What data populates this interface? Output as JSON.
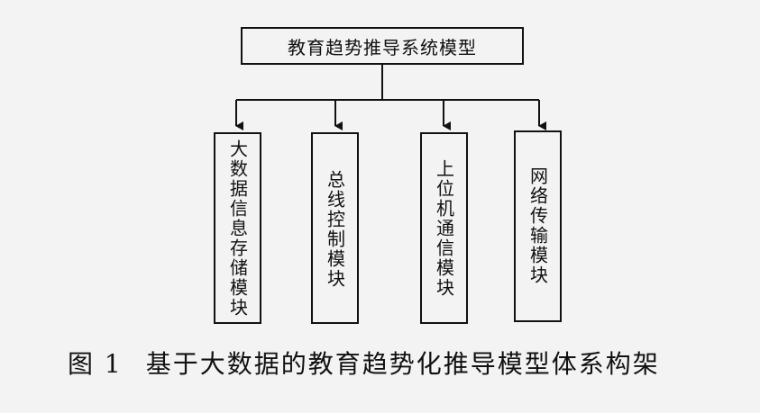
{
  "diagram": {
    "root": {
      "label": "教育趋势推导系统模型"
    },
    "modules": [
      {
        "label": "大数据信息存储模块"
      },
      {
        "label": "总线控制模块"
      },
      {
        "label": "上位机通信模块"
      },
      {
        "label": "网络传输模块"
      }
    ]
  },
  "caption": {
    "number": "图 1",
    "text": "基于大数据的教育趋势化推导模型体系构架"
  }
}
